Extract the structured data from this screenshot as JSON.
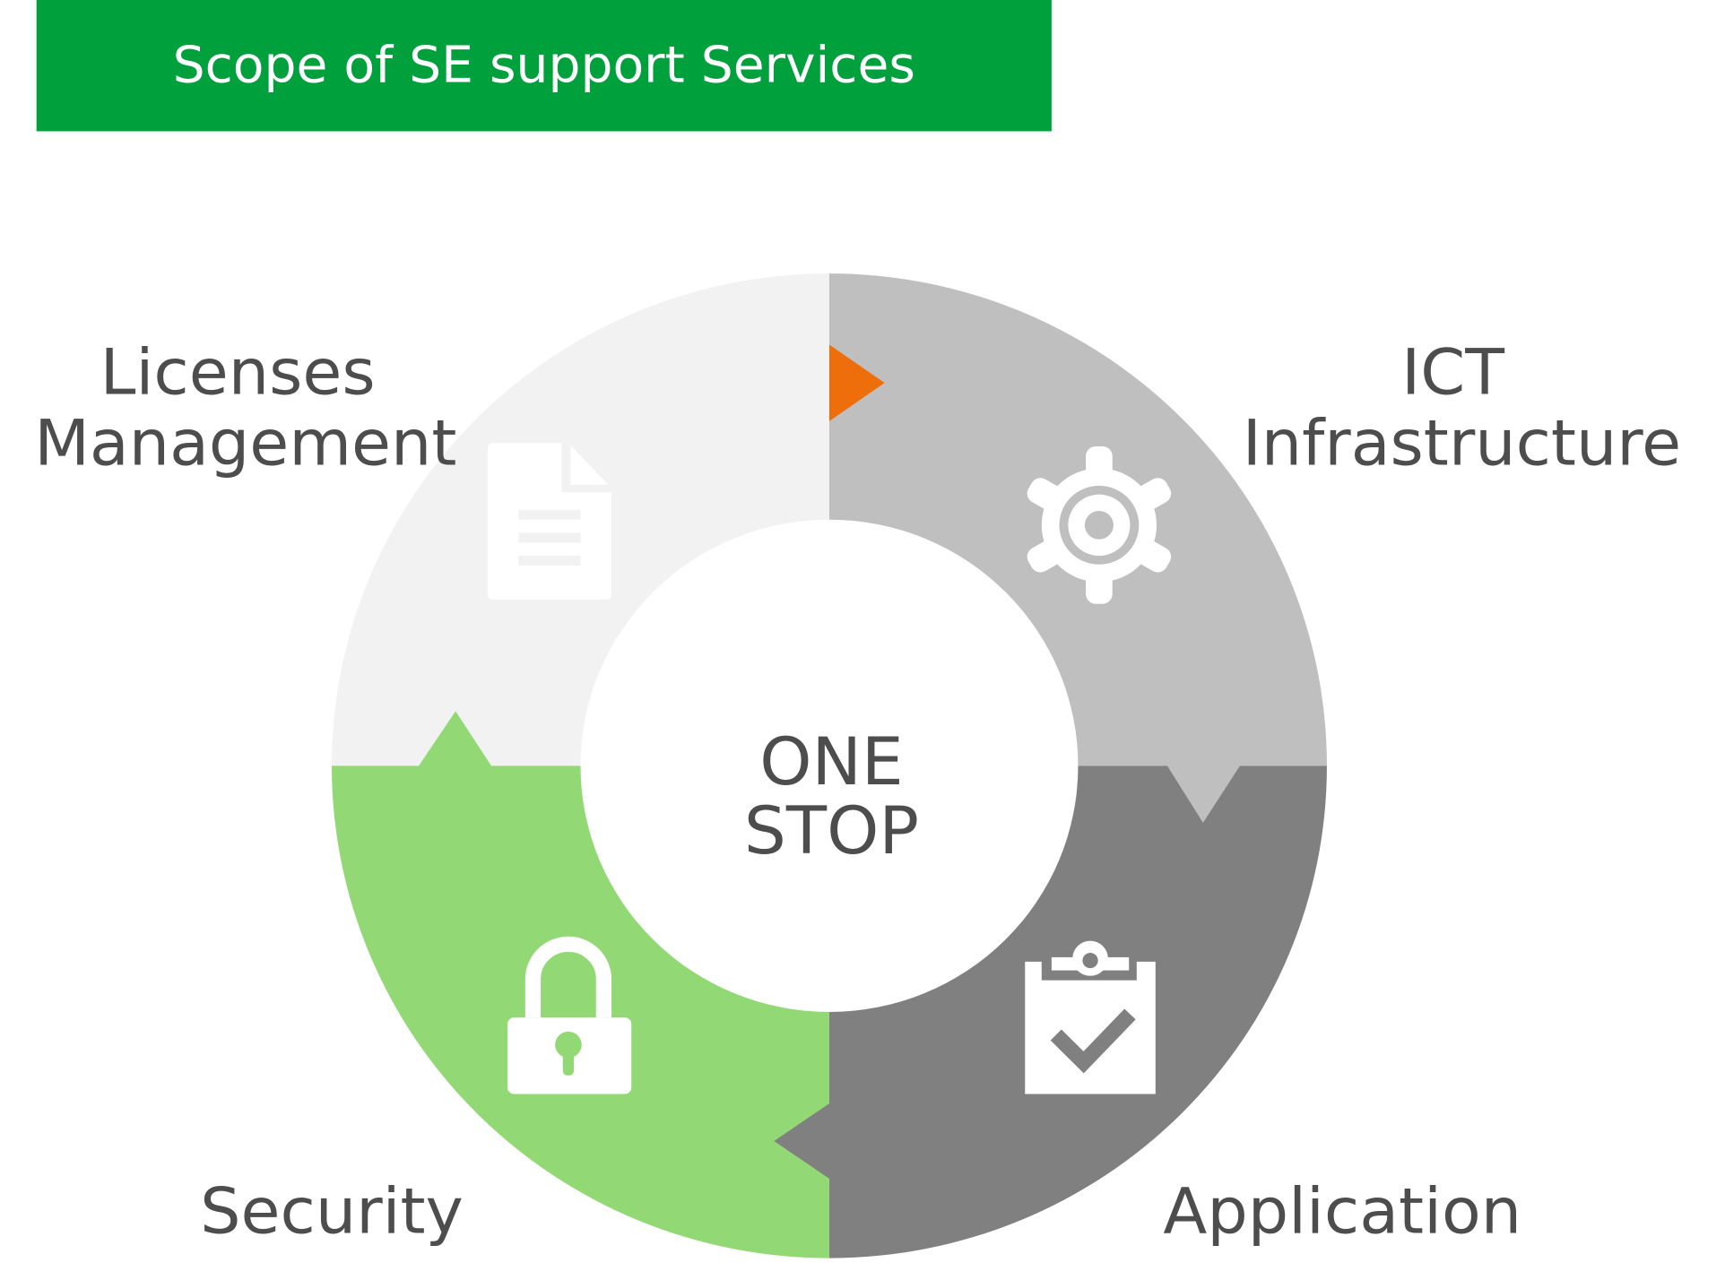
{
  "title": "Scope of SE support Services",
  "center": {
    "line1": "ONE",
    "line2": "STOP"
  },
  "segments": [
    {
      "label_lines": [
        "Licenses",
        "Management"
      ],
      "icon": "document-icon",
      "color": "#f2f2f2"
    },
    {
      "label_lines": [
        "ICT",
        "Infrastructure"
      ],
      "icon": "gear-icon",
      "color": "#bfbfbf"
    },
    {
      "label_lines": [
        "Application"
      ],
      "icon": "clipboard-check-icon",
      "color": "#808080"
    },
    {
      "label_lines": [
        "Security"
      ],
      "icon": "lock-icon",
      "color": "#92d975"
    }
  ],
  "colors": {
    "title_bar": "#00a03c",
    "start_marker": "#ee6e0c",
    "text": "#4d4d4d"
  }
}
